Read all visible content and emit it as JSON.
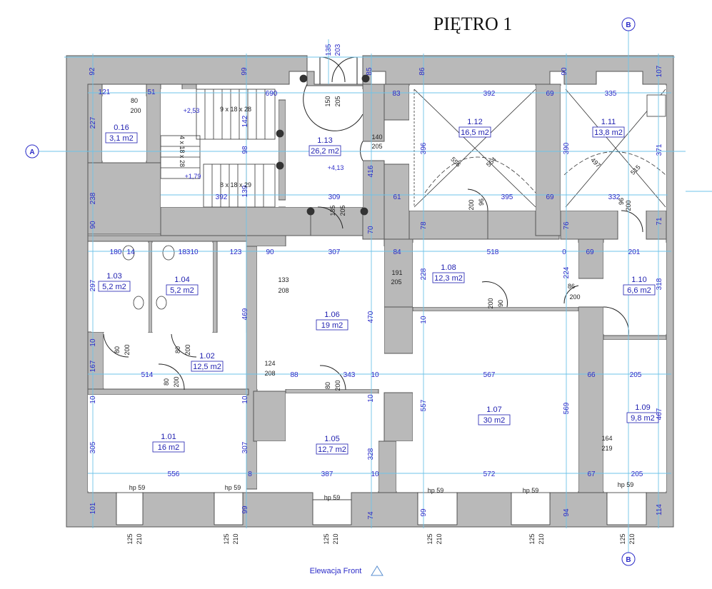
{
  "title": "PIĘTRO 1",
  "elevation_label": "Elewacja Front",
  "axis_markers": [
    "B",
    "A",
    "B"
  ],
  "levels": [
    "+2,53",
    "+1,79",
    "+4,13"
  ],
  "stairs": [
    "9 x 18 x 28",
    "4 x 18 x 28",
    "8 x 18 x 29"
  ],
  "rooms": [
    {
      "id": "0.16",
      "area": "3,1 m2"
    },
    {
      "id": "1.13",
      "area": "26,2 m2"
    },
    {
      "id": "1.12",
      "area": "16,5 m2"
    },
    {
      "id": "1.11",
      "area": "13,8 m2"
    },
    {
      "id": "1.03",
      "area": "5,2 m2"
    },
    {
      "id": "1.04",
      "area": "5,2 m2"
    },
    {
      "id": "1.06",
      "area": "19 m2"
    },
    {
      "id": "1.08",
      "area": "12,3 m2"
    },
    {
      "id": "1.10",
      "area": "6,6 m2"
    },
    {
      "id": "1.02",
      "area": "12,5 m2"
    },
    {
      "id": "1.09",
      "area": "9,8 m2"
    },
    {
      "id": "1.01",
      "area": "16 m2"
    },
    {
      "id": "1.05",
      "area": "12,7 m2"
    },
    {
      "id": "1.07",
      "area": "30 m2"
    }
  ],
  "window_label": "hp 59",
  "dims": {
    "top": [
      "92",
      "99",
      "135",
      "203",
      "85",
      "86",
      "90",
      "107"
    ],
    "row1": [
      "121",
      "51",
      "690",
      "83",
      "392",
      "69",
      "335"
    ],
    "row_mid": [
      "392",
      "309",
      "61",
      "395",
      "69",
      "332"
    ],
    "row2": [
      "180",
      "14",
      "183",
      "10",
      "123",
      "90",
      "307",
      "84",
      "518",
      "0",
      "69",
      "201"
    ],
    "row3": [
      "514",
      "88",
      "343",
      "10",
      "567",
      "66",
      "205"
    ],
    "row4": [
      "556",
      "8",
      "387",
      "10",
      "572",
      "67",
      "205"
    ],
    "left": [
      "227",
      "238",
      "90",
      "297",
      "10",
      "167",
      "10",
      "305",
      "101"
    ],
    "inner": [
      "142",
      "98",
      "139",
      "416",
      "70",
      "78",
      "396",
      "390",
      "371",
      "76",
      "71",
      "228",
      "224",
      "469",
      "470",
      "10",
      "10",
      "307",
      "10",
      "328",
      "557",
      "569",
      "99",
      "74",
      "99",
      "94",
      "114",
      "318",
      "467"
    ],
    "doors": [
      "80",
      "200",
      "150",
      "205",
      "140",
      "205",
      "135",
      "205",
      "200",
      "96",
      "200",
      "96",
      "80",
      "200",
      "191",
      "205",
      "133",
      "208",
      "80",
      "200",
      "86",
      "200",
      "90",
      "200",
      "80",
      "200",
      "124",
      "208",
      "80",
      "200",
      "164",
      "219",
      "556",
      "554",
      "497",
      "515"
    ],
    "bottom": [
      "125",
      "210"
    ]
  }
}
